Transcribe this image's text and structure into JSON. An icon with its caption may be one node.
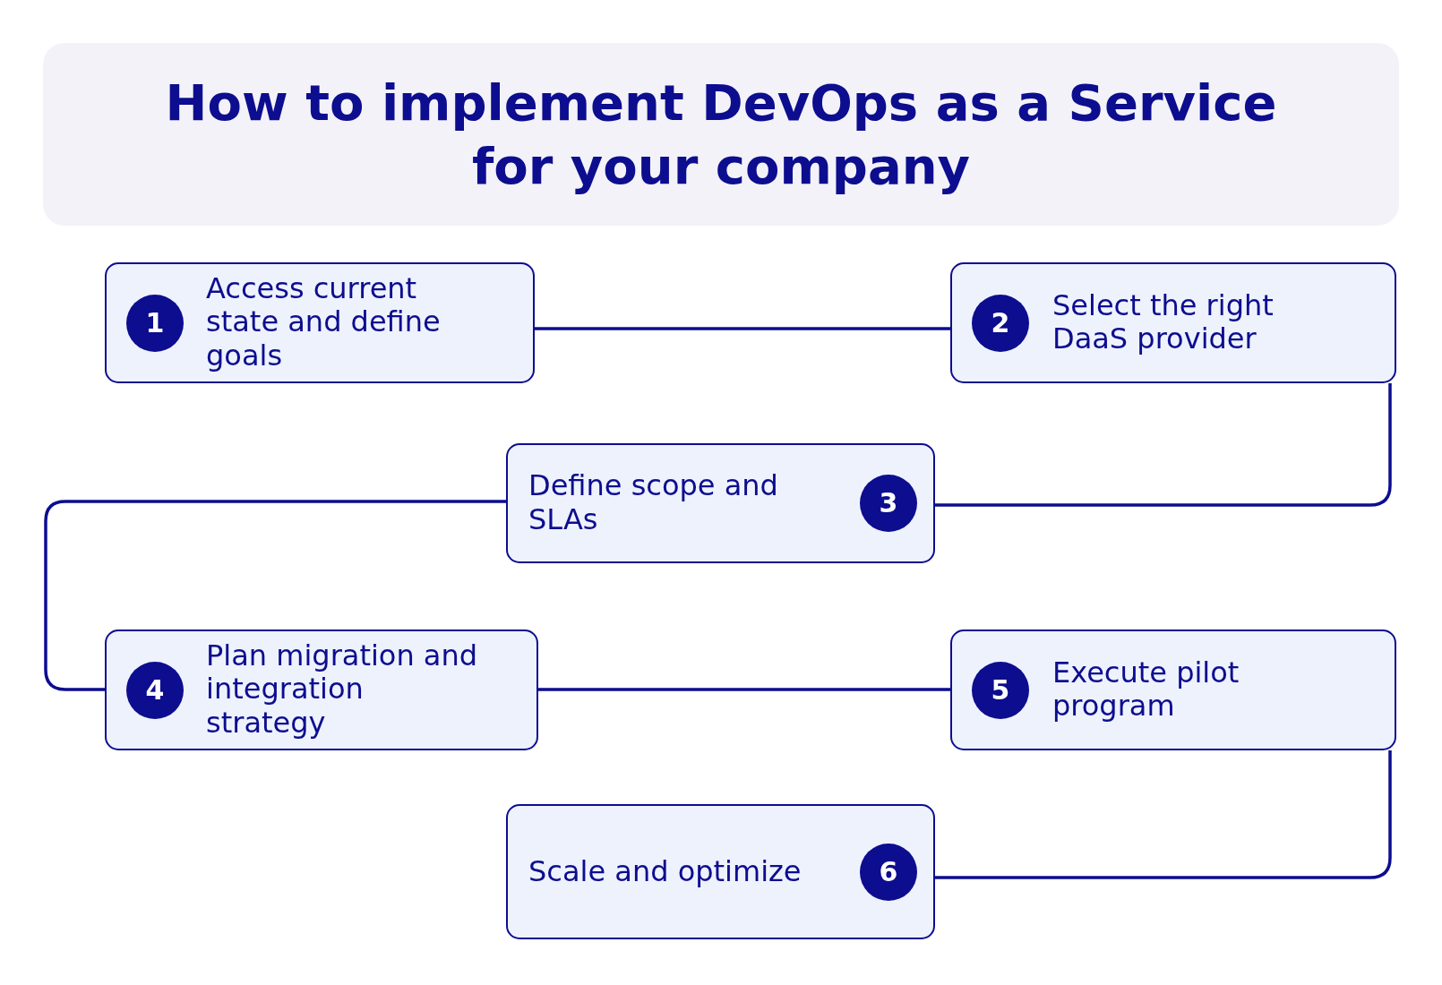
{
  "diagram": {
    "title": "How to implement DevOps as a Service for your company",
    "nodes": [
      {
        "text": [
          "Access current state and define goals"
        ]
      },
      {
        "text": [
          "1"
        ],
        "in": 0
      },
      {
        "text": [
          "Select the right DaaS provider"
        ]
      },
      {
        "text": [
          "2"
        ],
        "in": 2
      },
      {
        "text": [
          "Define scope and SLAs"
        ]
      },
      {
        "text": [
          "3"
        ],
        "in": 4
      },
      {
        "text": [
          "Plan migration and integration strategy"
        ]
      },
      {
        "text": [
          "4"
        ],
        "in": 6
      },
      {
        "text": [
          "Execute pilot program"
        ]
      },
      {
        "text": [
          "5"
        ],
        "in": 8
      },
      {
        "text": [
          "Scale and optimize"
        ]
      },
      {
        "text": [
          "6"
        ],
        "in": 10
      }
    ],
    "edges": [
      {
        "from": 0,
        "to": 2,
        "arrow": "none"
      },
      {
        "from": 2,
        "to": 4,
        "arrow": "none"
      },
      {
        "from": 4,
        "to": 6,
        "arrow": "none"
      },
      {
        "from": 6,
        "to": 8,
        "arrow": "none"
      },
      {
        "from": 8,
        "to": 10,
        "arrow": "none"
      }
    ]
  }
}
